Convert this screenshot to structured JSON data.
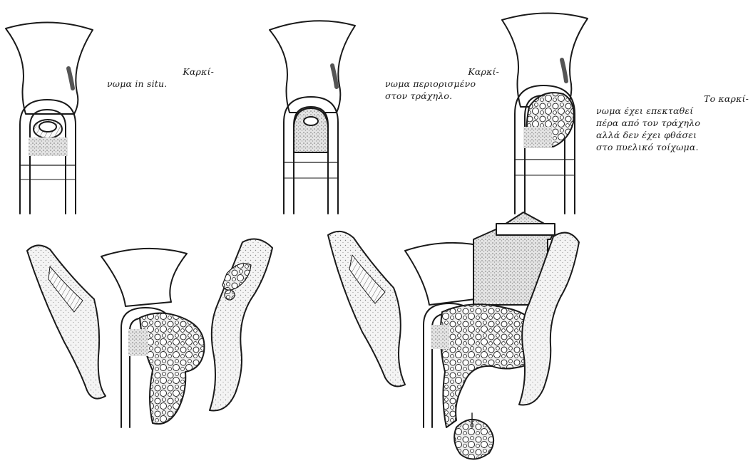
{
  "captions": {
    "panel1": [
      "Καρκί-",
      "νωμα in situ."
    ],
    "panel2": [
      "Καρκί-",
      "νωμα περιορισμένο",
      "στον τράχηλο."
    ],
    "panel3": [
      "Το καρκί-",
      "νωμα έχει επεκταθεί",
      "πέρα από τον τράχηλο",
      "αλλά δεν έχει φθάσει",
      "στο πυελικό τοίχωμα."
    ]
  },
  "colors": {
    "ink": "#1a1a1a",
    "paper": "#ffffff",
    "tumor_fill": "#e6e6e6",
    "stipple": "#b5b5b5"
  }
}
